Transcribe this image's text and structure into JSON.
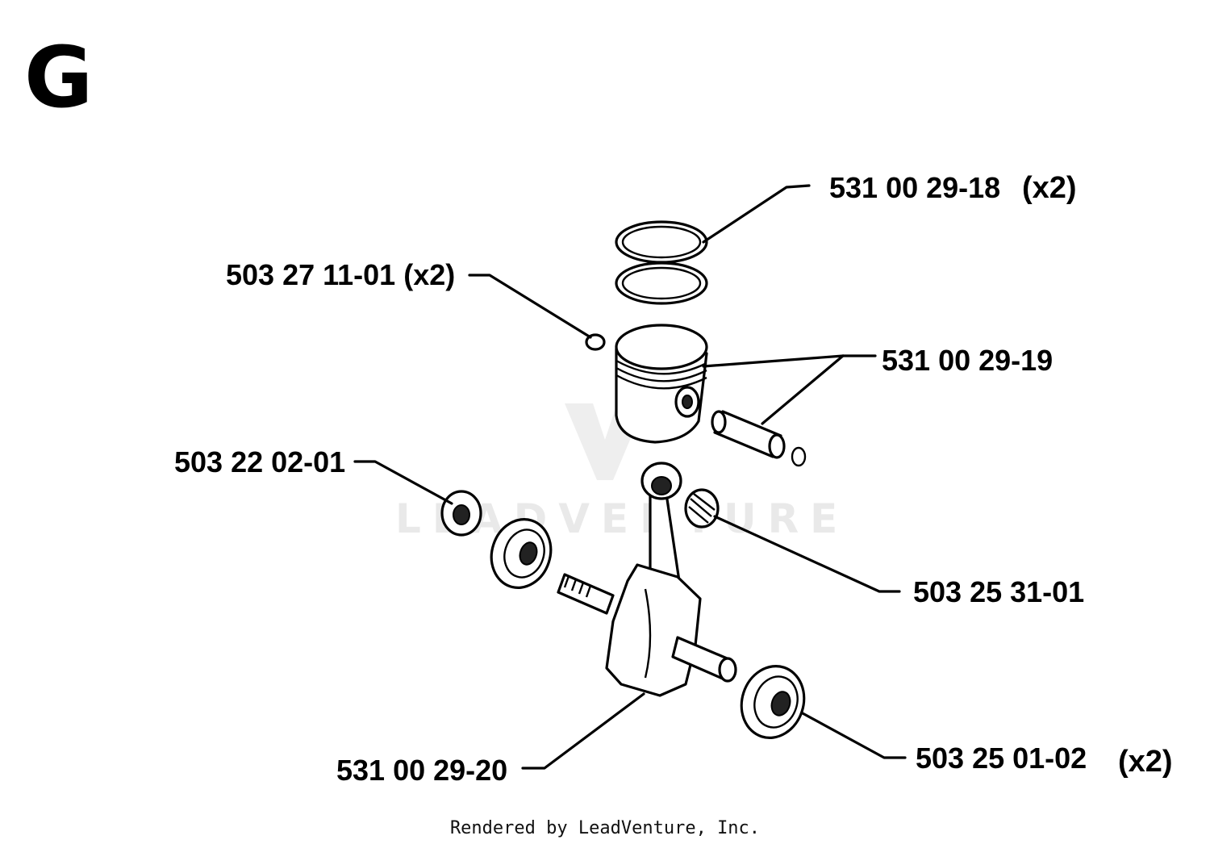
{
  "section_letter": "G",
  "footer": "Rendered by LeadVenture, Inc.",
  "watermark": "LEADVENTURE",
  "parts": [
    {
      "id": "piston_rings",
      "number": "531 00 29-18",
      "qty": "(x2)"
    },
    {
      "id": "retaining_clip",
      "number": "503 27 11-01 (x2)"
    },
    {
      "id": "piston_assembly",
      "number": "531 00 29-19"
    },
    {
      "id": "crank_seal",
      "number": "503 22 02-01"
    },
    {
      "id": "needle_bearing",
      "number": "503 25 31-01"
    },
    {
      "id": "crankshaft",
      "number": "531 00 29-20"
    },
    {
      "id": "ball_bearing",
      "number": "503 25 01-02",
      "qty": "(x2)"
    }
  ]
}
